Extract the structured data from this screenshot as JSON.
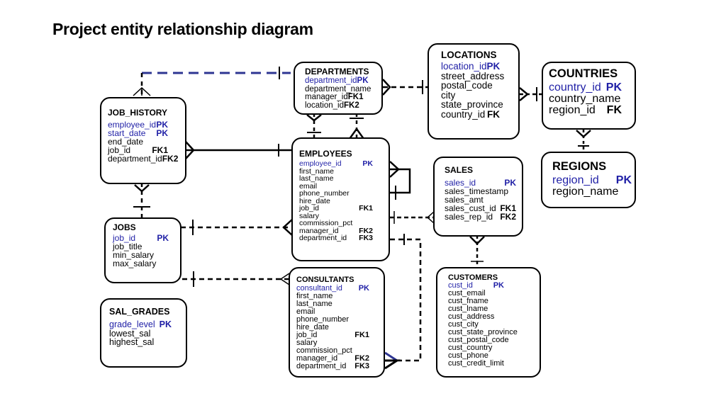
{
  "title": "Project entity relationship diagram",
  "colors": {
    "pk": "#1f1fa6",
    "line": "#000000",
    "accent_line": "#2e3592"
  },
  "entities": {
    "departments": {
      "name": "DEPARTMENTS",
      "fields": [
        {
          "name": "department_id",
          "key": "PK"
        },
        {
          "name": "department_name",
          "key": ""
        },
        {
          "name": "manager_id",
          "key": "FK1"
        },
        {
          "name": "location_id",
          "key": "FK2"
        }
      ]
    },
    "locations": {
      "name": "LOCATIONS",
      "fields": [
        {
          "name": "location_id",
          "key": "PK"
        },
        {
          "name": "street_address",
          "key": ""
        },
        {
          "name": "postal_code",
          "key": ""
        },
        {
          "name": "city",
          "key": ""
        },
        {
          "name": "state_province",
          "key": ""
        },
        {
          "name": "country_id",
          "key": "FK"
        }
      ]
    },
    "countries": {
      "name": "COUNTRIES",
      "fields": [
        {
          "name": "country_id",
          "key": "PK"
        },
        {
          "name": "country_name",
          "key": ""
        },
        {
          "name": "region_id",
          "key": "FK"
        }
      ]
    },
    "regions": {
      "name": "REGIONS",
      "fields": [
        {
          "name": "region_id",
          "key": "PK"
        },
        {
          "name": "region_name",
          "key": ""
        }
      ]
    },
    "job_history": {
      "name": "JOB_HISTORY",
      "fields": [
        {
          "name": "employee_id",
          "key": "PK"
        },
        {
          "name": "start_date",
          "key": "PK"
        },
        {
          "name": "end_date",
          "key": ""
        },
        {
          "name": "job_id",
          "key": "FK1"
        },
        {
          "name": "department_id",
          "key": "FK2"
        }
      ]
    },
    "employees": {
      "name": "EMPLOYEES",
      "fields": [
        {
          "name": "employee_id",
          "key": "PK"
        },
        {
          "name": "first_name",
          "key": ""
        },
        {
          "name": "last_name",
          "key": ""
        },
        {
          "name": "email",
          "key": ""
        },
        {
          "name": "phone_number",
          "key": ""
        },
        {
          "name": "hire_date",
          "key": ""
        },
        {
          "name": "job_id",
          "key": "FK1"
        },
        {
          "name": "salary",
          "key": ""
        },
        {
          "name": "commission_pct",
          "key": ""
        },
        {
          "name": "manager_id",
          "key": "FK2"
        },
        {
          "name": "department_id",
          "key": "FK3"
        }
      ]
    },
    "sales": {
      "name": "SALES",
      "fields": [
        {
          "name": "sales_id",
          "key": "PK"
        },
        {
          "name": "sales_timestamp",
          "key": ""
        },
        {
          "name": "sales_amt",
          "key": ""
        },
        {
          "name": "sales_cust_id",
          "key": "FK1"
        },
        {
          "name": "sales_rep_id",
          "key": "FK2"
        }
      ]
    },
    "jobs": {
      "name": "JOBS",
      "fields": [
        {
          "name": "job_id",
          "key": "PK"
        },
        {
          "name": "job_title",
          "key": ""
        },
        {
          "name": "min_salary",
          "key": ""
        },
        {
          "name": "max_salary",
          "key": ""
        }
      ]
    },
    "consultants": {
      "name": "CONSULTANTS",
      "fields": [
        {
          "name": "consultant_id",
          "key": "PK"
        },
        {
          "name": "first_name",
          "key": ""
        },
        {
          "name": "last_name",
          "key": ""
        },
        {
          "name": "email",
          "key": ""
        },
        {
          "name": "phone_number",
          "key": ""
        },
        {
          "name": "hire_date",
          "key": ""
        },
        {
          "name": "job_id",
          "key": "FK1"
        },
        {
          "name": "salary",
          "key": ""
        },
        {
          "name": "commission_pct",
          "key": ""
        },
        {
          "name": "manager_id",
          "key": "FK2"
        },
        {
          "name": "department_id",
          "key": "FK3"
        }
      ]
    },
    "customers": {
      "name": "CUSTOMERS",
      "fields": [
        {
          "name": "cust_id",
          "key": "PK"
        },
        {
          "name": "cust_email",
          "key": ""
        },
        {
          "name": "cust_fname",
          "key": ""
        },
        {
          "name": "cust_lname",
          "key": ""
        },
        {
          "name": "cust_address",
          "key": ""
        },
        {
          "name": "cust_city",
          "key": ""
        },
        {
          "name": "cust_state_province",
          "key": ""
        },
        {
          "name": "cust_postal_code",
          "key": ""
        },
        {
          "name": "cust_country",
          "key": ""
        },
        {
          "name": "cust_phone",
          "key": ""
        },
        {
          "name": "cust_credit_limit",
          "key": ""
        }
      ]
    },
    "sal_grades": {
      "name": "SAL_GRADES",
      "fields": [
        {
          "name": "grade_level",
          "key": "PK"
        },
        {
          "name": "lowest_sal",
          "key": ""
        },
        {
          "name": "highest_sal",
          "key": ""
        }
      ]
    }
  },
  "relationships": [
    {
      "from": "job_history",
      "to": "departments",
      "style": "dashed-blue"
    },
    {
      "from": "job_history",
      "to": "employees",
      "style": "solid"
    },
    {
      "from": "job_history",
      "to": "jobs",
      "style": "dashed"
    },
    {
      "from": "departments",
      "to": "locations",
      "style": "dashed"
    },
    {
      "from": "departments",
      "to": "employees",
      "style": "dashed"
    },
    {
      "from": "locations",
      "to": "countries",
      "style": "dashed"
    },
    {
      "from": "countries",
      "to": "regions",
      "style": "dashed"
    },
    {
      "from": "employees",
      "to": "employees",
      "style": "solid"
    },
    {
      "from": "employees",
      "to": "jobs",
      "style": "dashed"
    },
    {
      "from": "sales",
      "to": "employees",
      "style": "dashed"
    },
    {
      "from": "sales",
      "to": "customers",
      "style": "dashed"
    },
    {
      "from": "consultants",
      "to": "jobs",
      "style": "dashed"
    },
    {
      "from": "consultants",
      "to": "employees",
      "style": "dashed"
    }
  ]
}
